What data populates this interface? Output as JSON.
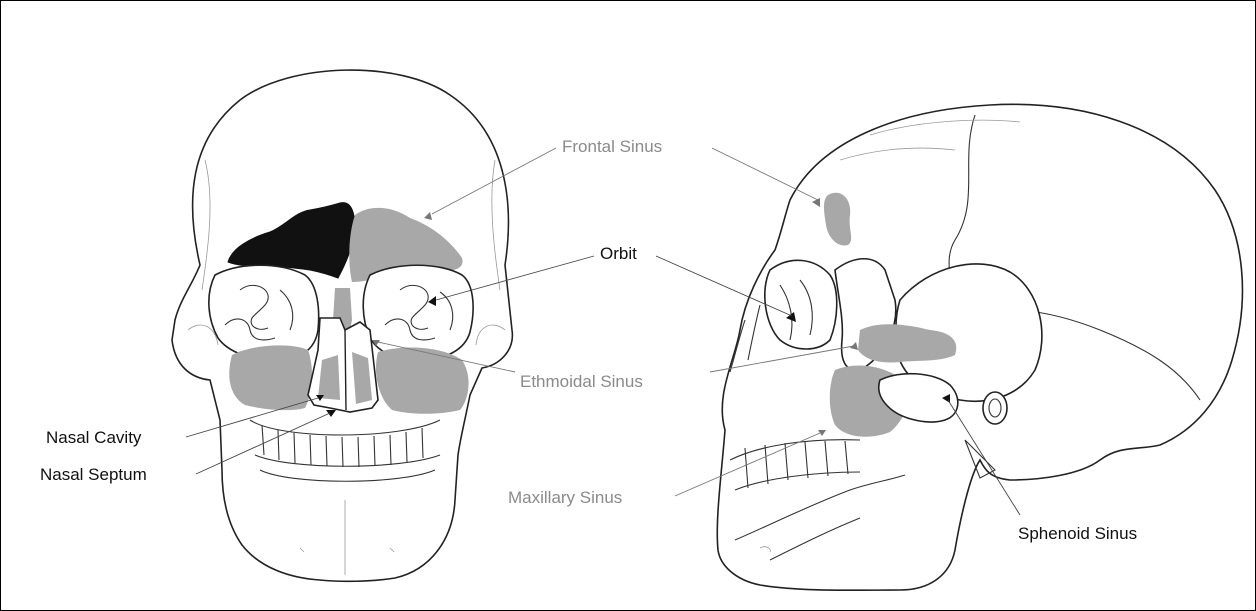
{
  "labels": {
    "frontal_sinus": "Frontal Sinus",
    "orbit": "Orbit",
    "ethmoidal_sinus": "Ethmoidal Sinus",
    "nasal_cavity": "Nasal Cavity",
    "nasal_septum": "Nasal Septum",
    "maxillary_sinus": "Maxillary Sinus",
    "sphenoid_sinus": "Sphenoid Sinus"
  },
  "colors": {
    "sinus_fill": "#a8a8a8",
    "highlight_fill": "#111111",
    "grey_label": "#8a8a8a",
    "dark_label": "#111111"
  }
}
